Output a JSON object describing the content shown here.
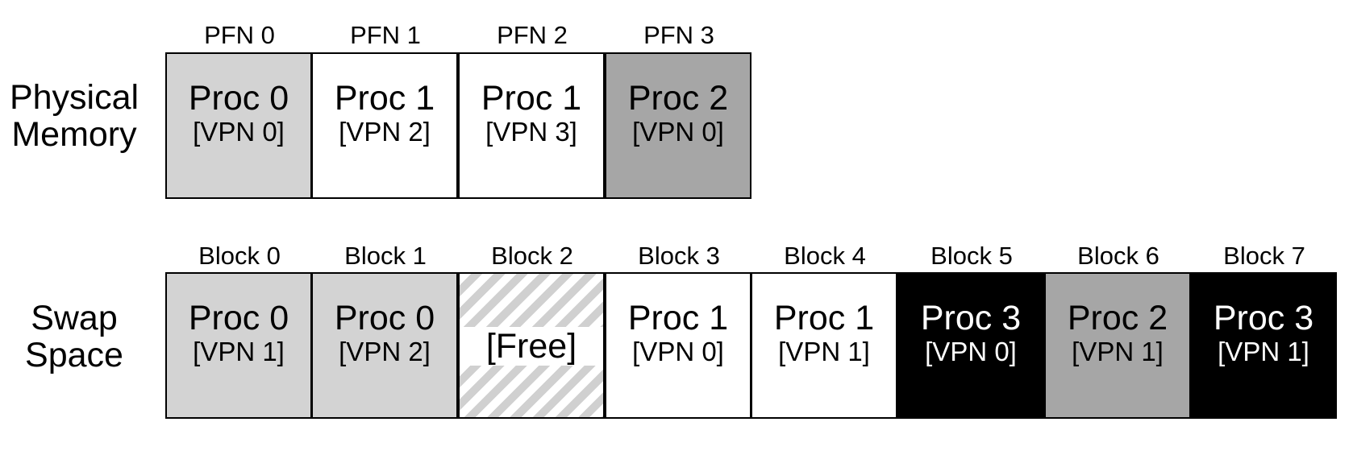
{
  "physical_memory": {
    "label_line1": "Physical",
    "label_line2": "Memory",
    "frames": [
      {
        "header": "PFN 0",
        "proc": "Proc 0",
        "vpn": "[VPN 0]",
        "fill": "#d3d3d3"
      },
      {
        "header": "PFN 1",
        "proc": "Proc 1",
        "vpn": "[VPN 2]",
        "fill": "#ffffff"
      },
      {
        "header": "PFN 2",
        "proc": "Proc 1",
        "vpn": "[VPN 3]",
        "fill": "#ffffff"
      },
      {
        "header": "PFN 3",
        "proc": "Proc 2",
        "vpn": "[VPN 0]",
        "fill": "#a6a6a6"
      }
    ]
  },
  "swap_space": {
    "label_line1": "Swap",
    "label_line2": "Space",
    "blocks": [
      {
        "header": "Block 0",
        "proc": "Proc 0",
        "vpn": "[VPN 1]",
        "fill": "#d3d3d3"
      },
      {
        "header": "Block 1",
        "proc": "Proc 0",
        "vpn": "[VPN 2]",
        "fill": "#d3d3d3"
      },
      {
        "header": "Block 2",
        "free": "[Free]",
        "fill": "hatched"
      },
      {
        "header": "Block 3",
        "proc": "Proc 1",
        "vpn": "[VPN 0]",
        "fill": "#ffffff"
      },
      {
        "header": "Block 4",
        "proc": "Proc 1",
        "vpn": "[VPN 1]",
        "fill": "#ffffff"
      },
      {
        "header": "Block 5",
        "proc": "Proc 3",
        "vpn": "[VPN 0]",
        "fill": "#000000"
      },
      {
        "header": "Block 6",
        "proc": "Proc 2",
        "vpn": "[VPN 1]",
        "fill": "#a6a6a6"
      },
      {
        "header": "Block 7",
        "proc": "Proc 3",
        "vpn": "[VPN 1]",
        "fill": "#000000"
      }
    ]
  }
}
